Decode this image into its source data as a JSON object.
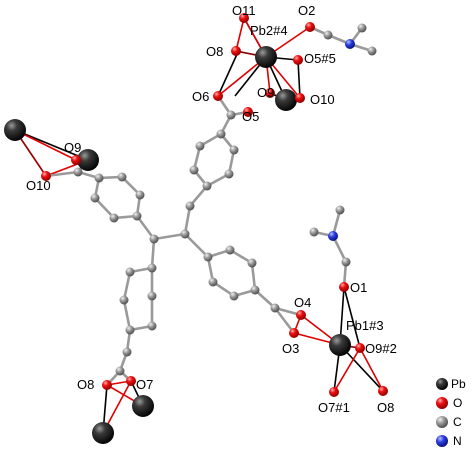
{
  "colors": {
    "Pb": "#1a1a1a",
    "O": "#e00000",
    "C": "#8c8c8c",
    "N": "#1f2fd6",
    "bond_gray": "#9a9a9a",
    "bond_red": "#e00000",
    "bond_black": "#000000"
  },
  "labels": {
    "pb2": "Pb2#4",
    "o11": "O11",
    "o2": "O2",
    "o8_top": "O8",
    "o5_5": "O5#5",
    "o6": "O6",
    "o9_top": "O9",
    "o10_top": "O10",
    "o5": "O5",
    "o9_left": "O9",
    "o10_left": "O10",
    "o1": "O1",
    "o4": "O4",
    "pb1": "Pb1#3",
    "o3": "O3",
    "o9_2": "O9#2",
    "o7_1": "O7#1",
    "o8_right": "O8",
    "o8_bottom": "O8",
    "o7_bottom": "O7"
  },
  "legend": [
    {
      "element": "Pb",
      "label": "Pb"
    },
    {
      "element": "O",
      "label": "O"
    },
    {
      "element": "C",
      "label": "C"
    },
    {
      "element": "N",
      "label": "N"
    }
  ]
}
